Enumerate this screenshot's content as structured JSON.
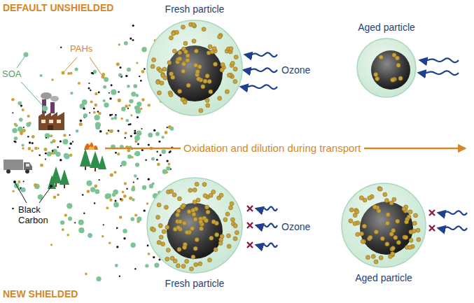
{
  "diagram": {
    "nodes": [
      {
        "text": [
          "Fresh particle"
        ]
      },
      {
        "text": [
          "Aged particle"
        ]
      },
      {
        "text": [
          "Fresh particle"
        ]
      },
      {
        "text": [
          "Aged particle"
        ]
      }
    ],
    "labels": [
      "DEFAULT UNSHIELDED",
      "PAHs",
      "SOA",
      "Ozone",
      "Oxidation and dilution during transport",
      "Black Carbon",
      "Ozone",
      "NEW SHIELDED"
    ]
  }
}
